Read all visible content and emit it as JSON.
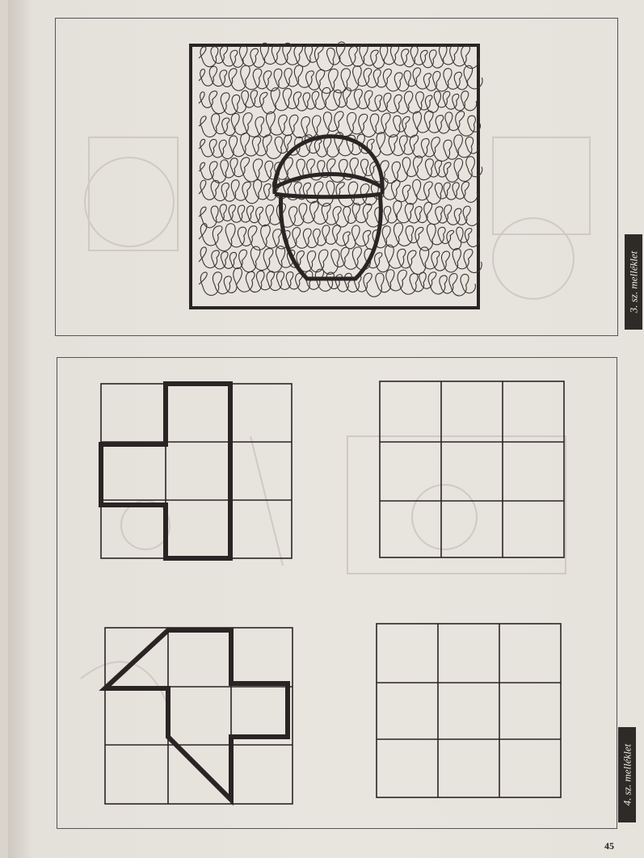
{
  "annex_labels": {
    "annex_3": "3. sz. melléklet",
    "annex_4": "4. sz. melléklet"
  },
  "page_number": "45",
  "figures": {
    "scribble_box": {
      "hidden_object": "basket-icon"
    },
    "grids": {
      "rows": 3,
      "cols": 3
    }
  },
  "colors": {
    "ink": "#2a2524",
    "paper": "#e8e4de",
    "label_bg": "#2e2a28"
  }
}
